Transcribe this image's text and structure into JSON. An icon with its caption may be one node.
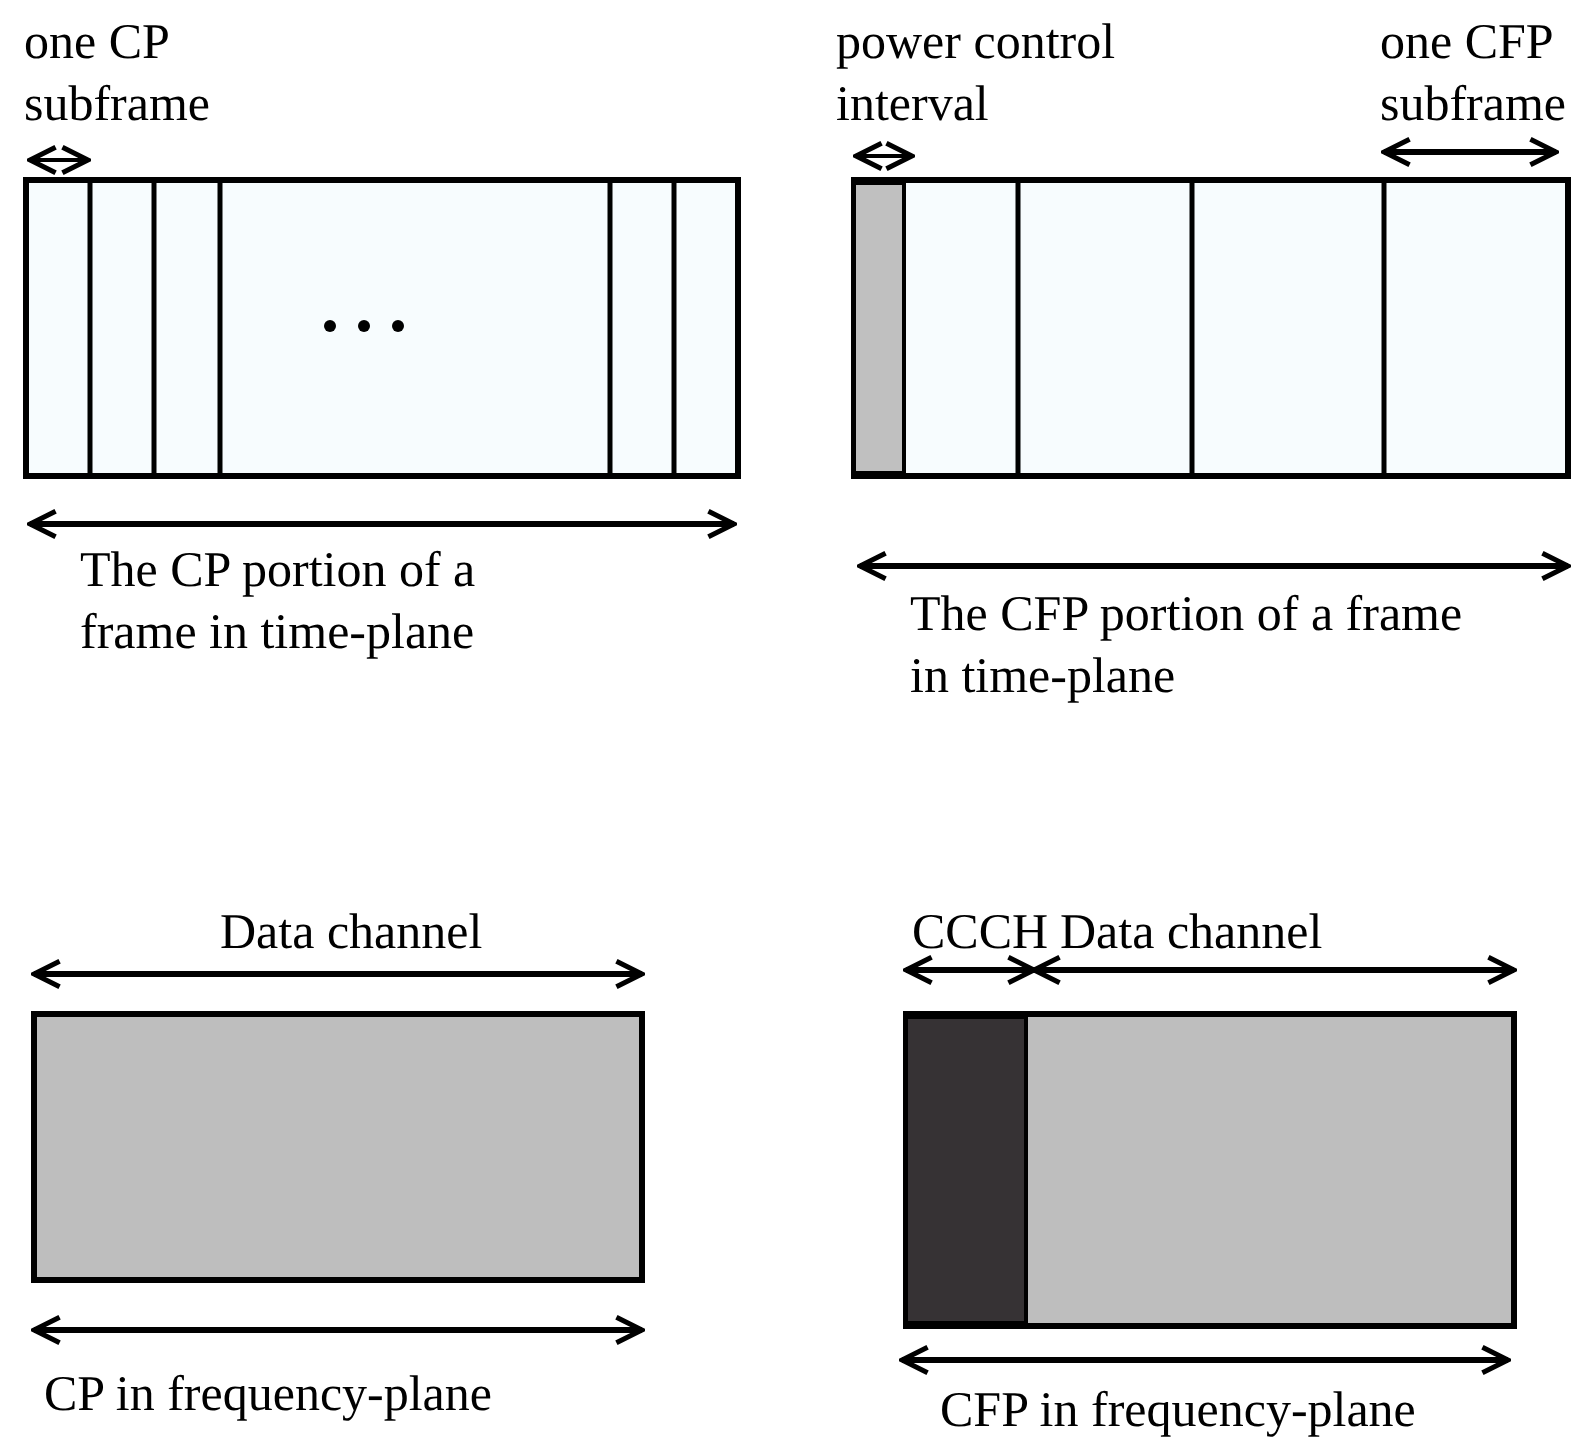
{
  "diagram": {
    "labels": [
      "one CP subframe",
      "power control interval",
      "one CFP subframe",
      "The CP portion of a frame in time-plane",
      "The CFP portion of a frame in time-plane",
      "Data channel",
      "CCCH",
      "Data channel",
      "CP in frequency-plane",
      "CFP in frequency-plane"
    ]
  }
}
